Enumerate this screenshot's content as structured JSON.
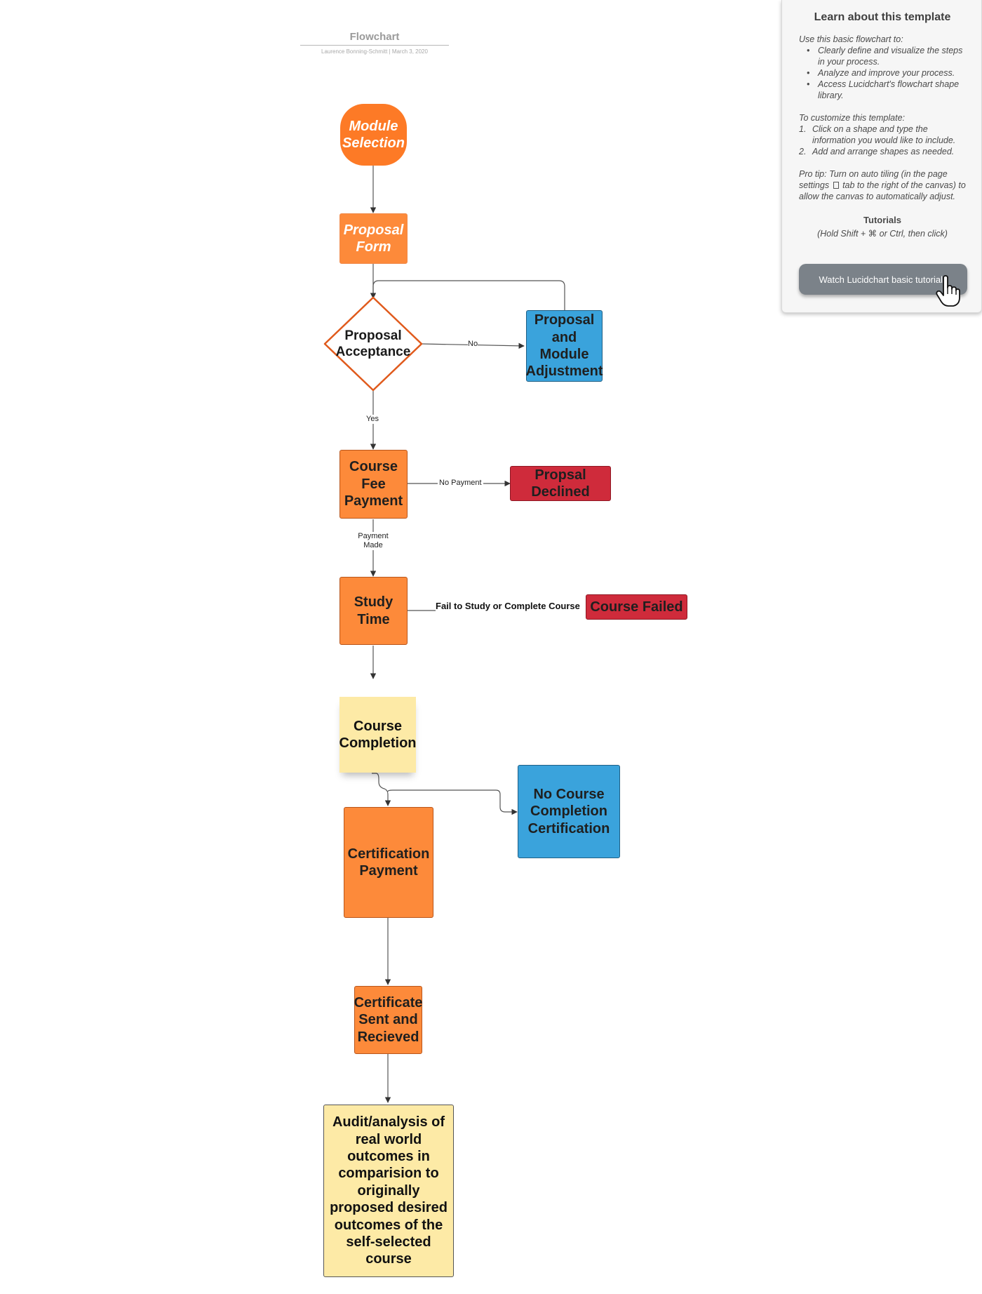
{
  "header": {
    "title": "Flowchart",
    "meta": "Laurence Bonning-Schmitt  |  March 3, 2020"
  },
  "nodes": {
    "module_selection": "Module Selection",
    "proposal_form": "Proposal Form",
    "proposal_acceptance": "Proposal Acceptance",
    "proposal_adjustment": "Proposal and Module Adjustment",
    "course_fee_payment": "Course Fee Payment",
    "proposal_declined": "Propsal Declined",
    "study_time": "Study Time",
    "course_failed": "Course Failed",
    "course_completion": "Course Completion",
    "no_certification": "No Course Completion Certification",
    "certification_payment": "Certification Payment",
    "certificate_sent": "Certificate Sent and Recieved",
    "audit": "Audit/analysis of real world outcomes in comparision to originally proposed desired outcomes of the self-selected course"
  },
  "edge_labels": {
    "no": "No",
    "yes": "Yes",
    "no_payment": "No Payment",
    "payment_made": "Payment Made",
    "fail_to_study": "Fail to Study or Complete Course"
  },
  "colors": {
    "orange": "#fd8a3a",
    "orange_dark": "#fd7a26",
    "blue": "#3aa3dc",
    "red": "#cf2b3b",
    "note_yellow": "#fdeaa6",
    "diamond_stroke": "#e05a1c",
    "button_gray": "#7b8289"
  },
  "panel": {
    "title": "Learn about this template",
    "intro": "Use this basic flowchart to:",
    "bullets": [
      "Clearly define and visualize the steps in your process.",
      "Analyze and improve your process.",
      "Access Lucidchart's flowchart shape library."
    ],
    "customize_intro": "To customize this template:",
    "steps": [
      "Click on a shape and type the information you would like to include.",
      "Add and arrange shapes as needed."
    ],
    "pro_tip_before": "Pro tip: Turn on auto tiling (in the page settings",
    "pro_tip_after": "tab to the right of the canvas) to allow the canvas to automatically adjust.",
    "tutorials_title": "Tutorials",
    "tutorials_hint": "(Hold Shift + ⌘ or Ctrl, then click)",
    "button_label": "Watch Lucidchart basic tutorials"
  }
}
